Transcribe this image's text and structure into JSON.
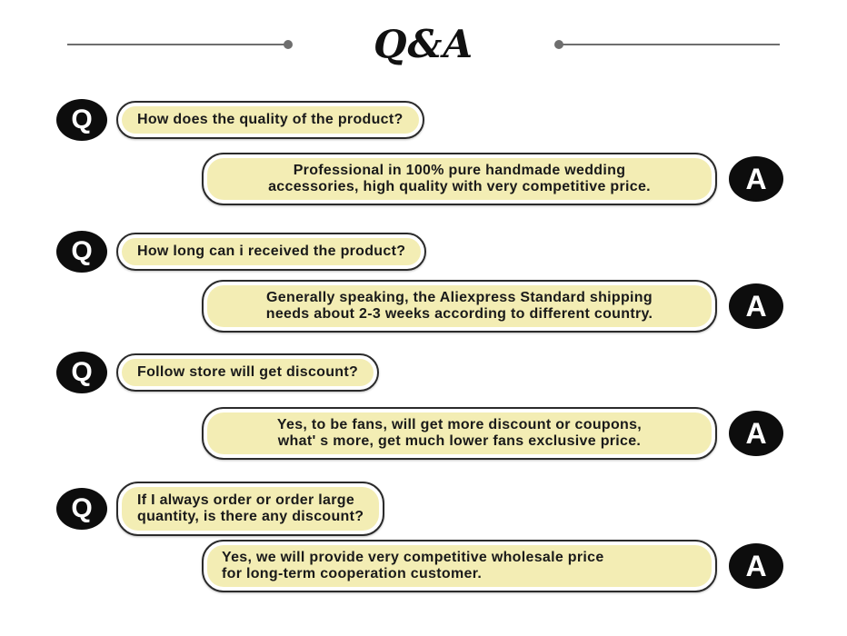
{
  "header": {
    "title": "Q&A"
  },
  "labels": {
    "question_icon": "Q",
    "answer_icon": "A"
  },
  "colors": {
    "bubble_fill": "#f3edb4",
    "bubble_border": "#2b2b2b",
    "icon_background": "#0d0d0d",
    "icon_letter": "#ffffff",
    "divider": "#6e6e6e",
    "page_background": "#ffffff"
  },
  "qa_items": [
    {
      "question_lines": [
        "How does the quality of the product?"
      ],
      "answer_lines": [
        "Professional in 100% pure handmade wedding",
        "accessories, high quality with very competitive price."
      ]
    },
    {
      "question_lines": [
        "How long can i received the product?"
      ],
      "answer_lines": [
        "Generally speaking, the Aliexpress Standard shipping",
        "needs about 2-3 weeks according to different country."
      ]
    },
    {
      "question_lines": [
        "Follow store will get discount?"
      ],
      "answer_lines": [
        "Yes, to be fans, will get more discount or coupons,",
        "what' s more, get much lower fans exclusive price."
      ]
    },
    {
      "question_lines": [
        "If I always order or order large",
        "quantity, is there any discount?"
      ],
      "answer_lines": [
        "Yes, we will provide very competitive wholesale price",
        "for long-term cooperation customer."
      ]
    }
  ]
}
